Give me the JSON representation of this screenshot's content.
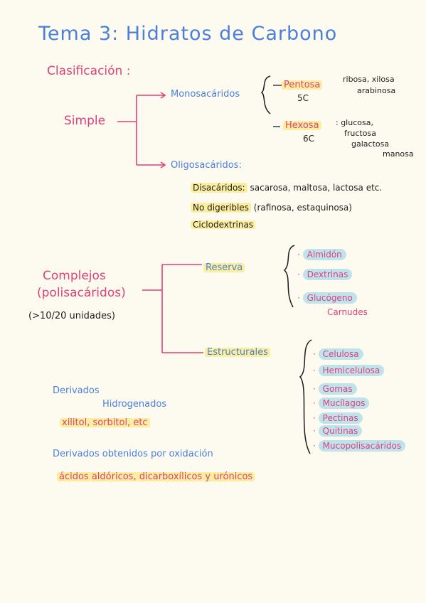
{
  "title": "Tema 3: Hidratos de Carbono",
  "clasificacion": "Clasificación :",
  "simple": "Simple",
  "monosacaridos": "Monosacáridos",
  "pentosa": {
    "label": "Pentosa",
    "carbon": "5C",
    "ex1": "ribosa, xilosa",
    "ex2": "arabinosa"
  },
  "hexosa": {
    "label": "Hexosa",
    "carbon": "6C",
    "ex1": ": glucosa,",
    "ex2": "fructosa",
    "ex3": "galactosa",
    "ex4": "manosa"
  },
  "oligosacaridos": "Oligosacáridos:",
  "disacaridos": {
    "label": "Disacáridos:",
    "examples": "sacarosa, maltosa, lactosa etc."
  },
  "no_digeribles": {
    "label": "No digeribles",
    "examples": "(rafinosa, estaquinosa)"
  },
  "ciclodextrinas": "Ciclodextrinas",
  "complejos": {
    "line1": "Complejos",
    "line2": "(polisacáridos)",
    "line3": "(>10/20 unidades)"
  },
  "reserva": "Reserva",
  "reserva_items": [
    "Almidón",
    "Dextrinas",
    "Glucógeno"
  ],
  "glucogeno_sub": "Carnudes",
  "estructurales": "Estructurales",
  "estructurales_items": [
    "Celulosa",
    "Hemicelulosa",
    "Gomas",
    "Mucílagos",
    "Pectinas",
    "Quitinas",
    "Mucopolisacáridos"
  ],
  "derivados_h": {
    "line1": "Derivados",
    "line2": "Hidrogenados",
    "examples": "xilitol, sorbitol, etc"
  },
  "derivados_ox": {
    "line1": "Derivados obtenidos por oxidación",
    "examples": "ácidos aldóricos, dicarboxílicos y urónicos"
  },
  "colors": {
    "blue": "#4a7fdc",
    "pink": "#e0407a",
    "ink": "#1d1d1d",
    "yellow_highlight": "#fbee9e",
    "blue_highlight": "#bfe3ec",
    "paper": "#fdfbef"
  }
}
